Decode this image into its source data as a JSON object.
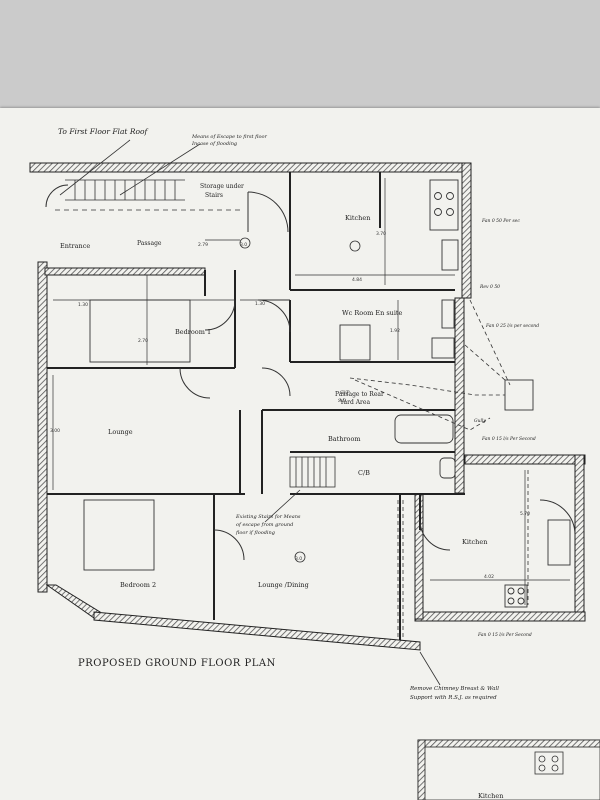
{
  "plan": {
    "title": "PROPOSED   GROUND FLOOR PLAN",
    "rooms": {
      "entrance": "Entrance",
      "passage": "Passage",
      "storage": "Storage under",
      "storage_line2": "Stairs",
      "kitchen_top": "Kitchen",
      "wc_room": "Wc Room En suite",
      "bedroom_1": "Bedroom 1",
      "lounge": "Lounge",
      "passage_rear": "Passage to Rear",
      "passage_rear_line2": "Yard Area",
      "bathroom": "Bathroom",
      "cupboard": "C/B",
      "bedroom_2": "Bedroom 2",
      "lounge_dining": "Lounge /Dining",
      "kitchen_right": "Kitchen",
      "kitchen_bottom": "Kitchen"
    },
    "annotations": {
      "roof": "To First Floor Flat Roof",
      "means_escape_1": "Means of Escape to first floor",
      "means_escape_2": "Incase of flooding",
      "existing_stairs_1": "Existing Stairs for Means",
      "existing_stairs_2": "of escape from ground",
      "existing_stairs_3": "floor if flooding",
      "remove_chimney_1": "Remove Chimney Breast & Wall",
      "remove_chimney_2": "Support with R.S.J. as required",
      "fan_1": "Fan 0 50 Per sec",
      "fan_2": "Fan 0 25 l/s per second",
      "fan_3": "Fan 0 15 l/s Per Second",
      "fan_4": "Fan 0 15 l/s Per Second",
      "rev": "Rev 0 50",
      "gully": "Gully",
      "svp": "SVP",
      "sd": "S.D."
    },
    "dimensions": {
      "d1": "1.30",
      "d2": "2.70",
      "d3": "4.84",
      "d4": "1.30",
      "d5": "3.70",
      "d6": "2.79",
      "d7": "1.92",
      "d8": "3.00",
      "d9": "4.02",
      "d10": "5.70",
      "d11": "3.0",
      "d12": "3.0"
    },
    "colors": {
      "ink": "#222222",
      "paper": "#f2f2ee",
      "hatch": "#555555"
    }
  }
}
